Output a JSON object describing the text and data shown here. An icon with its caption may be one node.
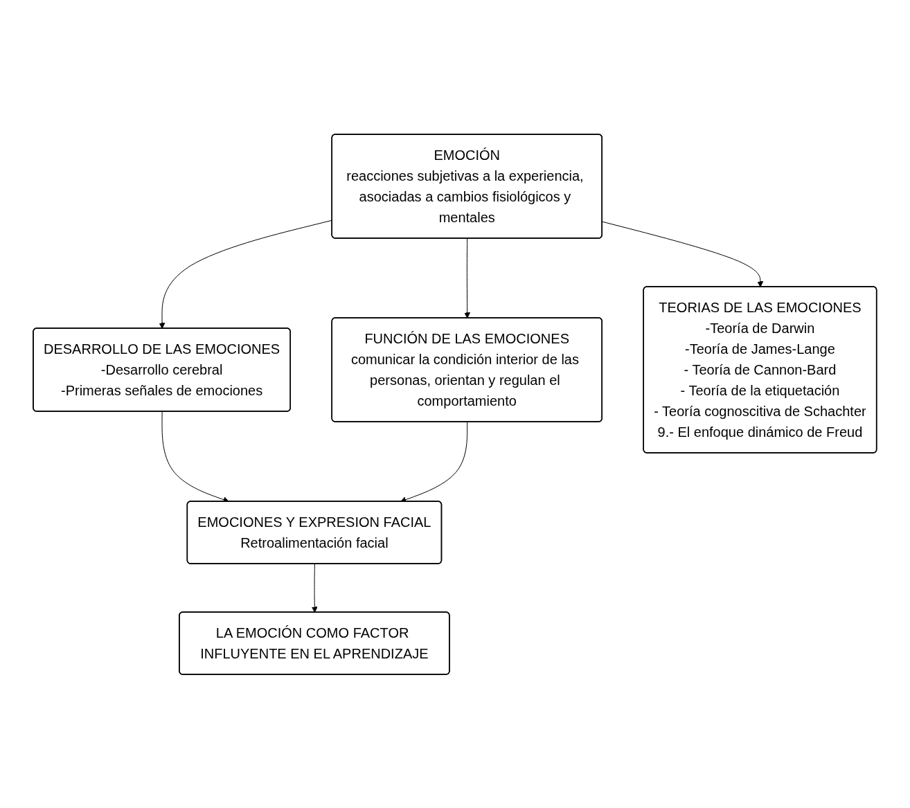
{
  "diagram": {
    "nodes": [
      {
        "text": [
          "EMOCIÓN",
          "reacciones subjetivas a la experiencia, asociadas a cambios fisiológicos y mentales"
        ]
      },
      {
        "text": [
          "DESARROLLO DE LAS EMOCIONES",
          "-Desarrollo cerebral",
          "-Primeras señales de emociones"
        ]
      },
      {
        "text": [
          "FUNCIÓN DE LAS EMOCIONES",
          "comunicar la condición interior de las personas, orientan y regulan el comportamiento"
        ]
      },
      {
        "text": [
          "TEORIAS DE LAS EMOCIONES",
          "-Teoría de Darwin",
          "-Teoría de James-Lange",
          "- Teoría de Cannon-Bard",
          "- Teoría de la etiquetación",
          "- Teoría cognoscitiva de Schachter",
          "9.- El enfoque dinámico de Freud"
        ]
      },
      {
        "text": [
          "EMOCIONES Y EXPRESION FACIAL",
          "Retroalimentación facial"
        ]
      },
      {
        "text": [
          "LA EMOCIÓN COMO FACTOR INFLUYENTE EN EL APRENDIZAJE"
        ]
      }
    ],
    "edges": [
      {
        "from": 0,
        "to": 1,
        "arrow": "to"
      },
      {
        "from": 0,
        "to": 2,
        "arrow": "to"
      },
      {
        "from": 0,
        "to": 3,
        "arrow": "to"
      },
      {
        "from": 1,
        "to": 4,
        "arrow": "to"
      },
      {
        "from": 2,
        "to": 4,
        "arrow": "to"
      },
      {
        "from": 4,
        "to": 5,
        "arrow": "to"
      }
    ]
  }
}
